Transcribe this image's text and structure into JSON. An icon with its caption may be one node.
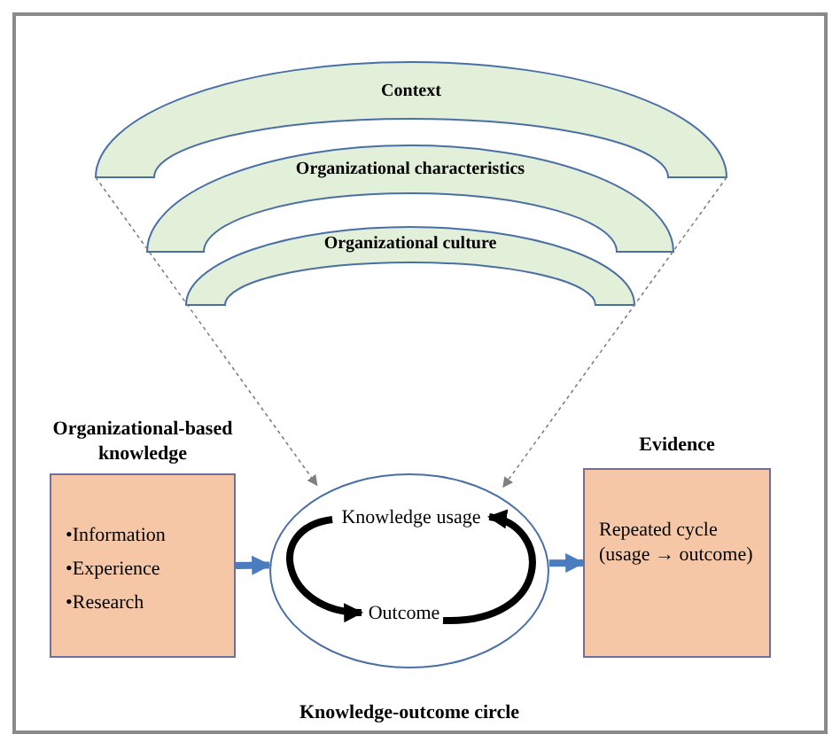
{
  "diagram": {
    "nodes": [
      {
        "text": [
          "Context"
        ]
      },
      {
        "text": [
          "Organizational characteristics"
        ]
      },
      {
        "text": [
          "Organizational culture"
        ]
      },
      {
        "text": [
          "Organizational-based knowledge",
          "•Information",
          "•Experience",
          "•Research"
        ]
      },
      {
        "text": [],
        "shape": "circle",
        "beside": [
          "Knowledge-outcome circle"
        ]
      },
      {
        "text": [
          "Knowledge usage"
        ],
        "in": 4
      },
      {
        "text": [
          "Outcome"
        ],
        "in": 4
      },
      {
        "text": [
          "Evidence",
          "Repeated cycle (usage → outcome)"
        ]
      }
    ],
    "edges": [
      {
        "from": 0,
        "to": 4,
        "arrow": "to",
        "style": "dashed",
        "color": "#808080"
      },
      {
        "from": 0,
        "to": 4,
        "arrow": "to",
        "style": "dashed",
        "color": "#808080"
      },
      {
        "from": 3,
        "to": 4,
        "arrow": "to",
        "color": "#4a7cc0"
      },
      {
        "from": 4,
        "to": 7,
        "arrow": "to",
        "color": "#4a7cc0"
      },
      {
        "from": 5,
        "to": 6,
        "arrow": "to",
        "color": "#000000"
      },
      {
        "from": 6,
        "to": 5,
        "arrow": "to",
        "color": "#000000"
      }
    ]
  }
}
